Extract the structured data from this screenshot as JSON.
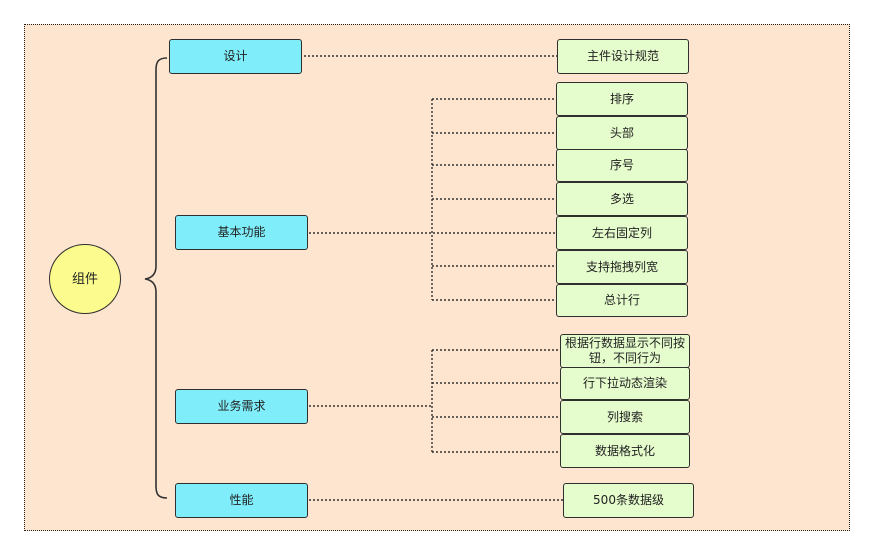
{
  "root": {
    "label": "组件"
  },
  "categories": [
    {
      "label": "设计",
      "items": [
        "主件设计规范"
      ]
    },
    {
      "label": "基本功能",
      "items": [
        "排序",
        "头部",
        "序号",
        "多选",
        "左右固定列",
        "支持拖拽列宽",
        "总计行"
      ]
    },
    {
      "label": "业务需求",
      "items": [
        "根据行数据显示不同按钮，不同行为",
        "行下拉动态渲染",
        "列搜索",
        "数据格式化"
      ]
    },
    {
      "label": "性能",
      "items": [
        "500条数据级"
      ]
    }
  ],
  "colors": {
    "background": "#fde5cf",
    "root_fill": "#fbfb8e",
    "category_fill": "#80eefa",
    "leaf_fill": "#e5fccc",
    "line": "#333333"
  }
}
